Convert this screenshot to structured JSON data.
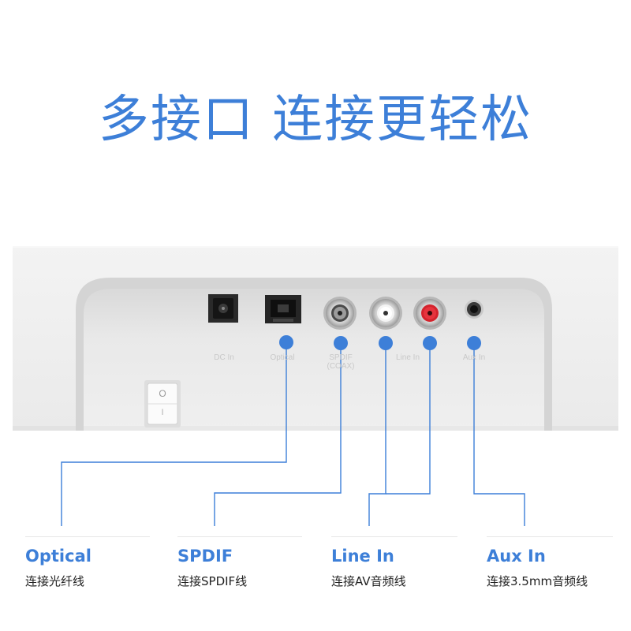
{
  "headline": "多接口 连接更轻松",
  "colors": {
    "accent": "#3d7fd8",
    "panel": "#eeeeee",
    "text": "#222222"
  },
  "panel": {
    "port_labels": {
      "dc_in": "DC In",
      "optical": "Optical",
      "spdif": "SPDIF",
      "spdif_sub": "(COAX)",
      "line_in": "Line In",
      "aux_in": "Aux In"
    },
    "switch_symbols": {
      "off": "O",
      "on": "I"
    }
  },
  "features": [
    {
      "title": "Optical",
      "desc": "连接光纤线"
    },
    {
      "title": "SPDIF",
      "desc": "连接SPDIF线"
    },
    {
      "title": "Line In",
      "desc": "连接AV音频线"
    },
    {
      "title": "Aux In",
      "desc": "连接3.5mm音频线"
    }
  ]
}
